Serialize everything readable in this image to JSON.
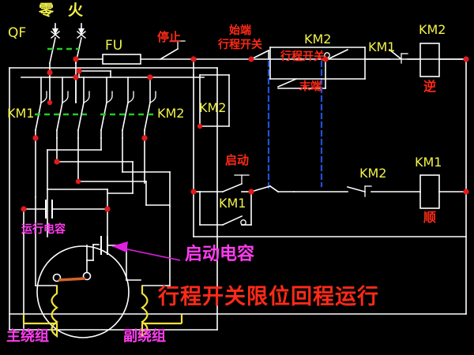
{
  "diagram": {
    "title": "行程开关限位回程运行",
    "background_color": "#000000",
    "wire_color": "#ffffff",
    "node_color": "#e01b1b",
    "link_color_green": "#22cc22",
    "link_color_blue": "#2050d8",
    "winding_color": "#f2e23a",
    "label_colors": {
      "yellow": "#f2f24a",
      "red": "#ff2a18",
      "magenta": "#ff3cf0"
    }
  },
  "power": {
    "neutral_label": "零",
    "live_label": "火",
    "breaker_label": "QF",
    "fuse_label": "FU"
  },
  "contactors": {
    "km1_main_label": "KM1",
    "km2_main_label": "KM2",
    "km1_coil_label": "KM1",
    "km2_coil_label": "KM2",
    "km1_coil_function": "顺",
    "km2_coil_function": "逆"
  },
  "control": {
    "stop_label": "停止",
    "start_label": "启动",
    "km2_nc_label": "KM2",
    "km1_nc_label": "KM1",
    "km1_aux_label": "KM1",
    "km2_aux_label": "KM2",
    "km2_branch_label": "KM2",
    "km1_branch_label": "KM1",
    "limit_start_line1": "始端",
    "limit_start_line2": "行程开关",
    "limit_end_line1": "行程开关",
    "limit_end_line2": "末端"
  },
  "motor": {
    "main_winding": "主绕组",
    "aux_winding": "副绕组",
    "run_capacitor": "运行电容",
    "start_capacitor": "启动电容"
  }
}
